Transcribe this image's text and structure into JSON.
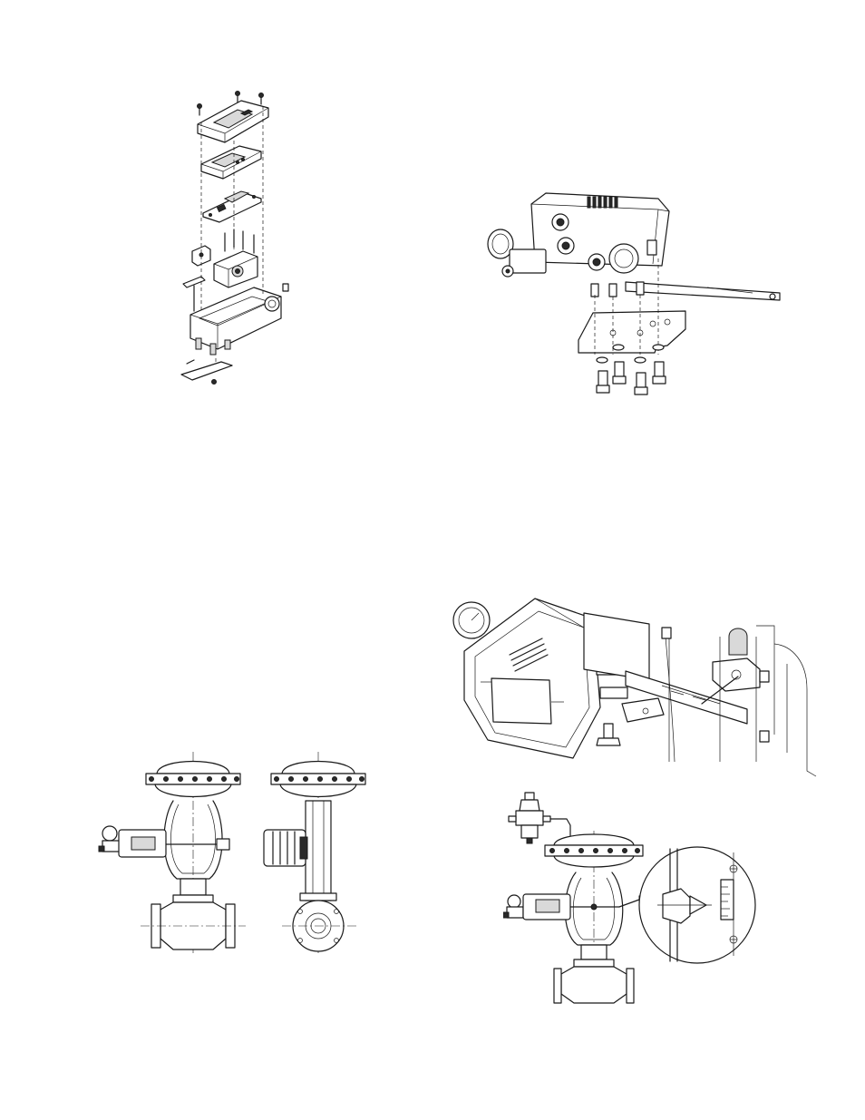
{
  "page": {
    "background": "#ffffff",
    "line_color": "#1a1a1a"
  },
  "figures": [
    {
      "id": "exploded-positioner",
      "kind": "exploded-assembly-drawing"
    },
    {
      "id": "bracket-mounting",
      "kind": "bracket-mounting-drawing"
    },
    {
      "id": "positioner-on-yoke",
      "kind": "installed-positioner-drawing"
    },
    {
      "id": "valve-front-side-views",
      "kind": "valve-assembly-drawing"
    },
    {
      "id": "valve-with-regulator-detail",
      "kind": "valve-assembly-drawing"
    }
  ]
}
